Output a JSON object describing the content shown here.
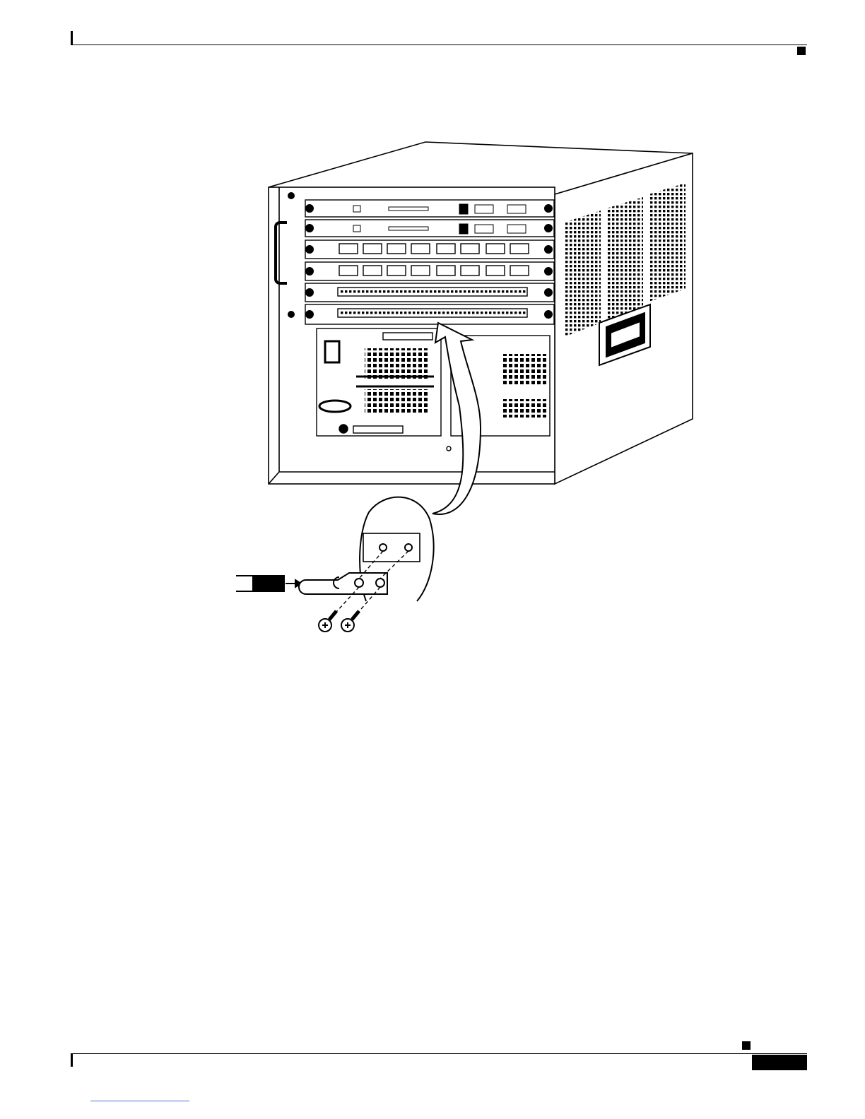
{
  "page": {
    "header_tick": "",
    "footer_page_tab": ""
  },
  "figure": {
    "subject": "chassis-grounding-illustration",
    "chassis_modules": 6,
    "ground_lug_screws": 2
  }
}
